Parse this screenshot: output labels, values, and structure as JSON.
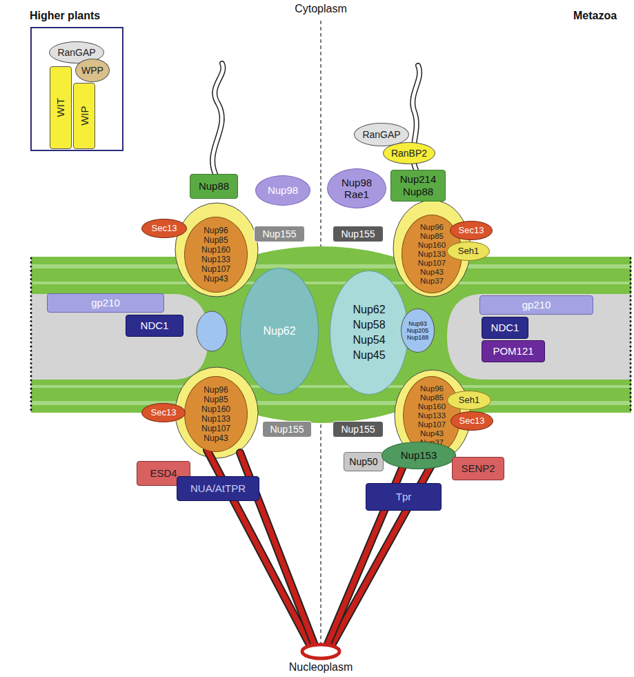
{
  "diagram": {
    "nodes": [
      {
        "text": [
          "RanGAP"
        ]
      },
      {
        "text": [
          "WPP"
        ]
      },
      {
        "text": [
          "WIT"
        ]
      },
      {
        "text": [
          "WIP"
        ]
      },
      {
        "text": [
          "RanGAP"
        ]
      },
      {
        "text": [
          "RanBP2"
        ]
      },
      {
        "text": [
          "Nup88"
        ]
      },
      {
        "text": [
          "Nup98"
        ]
      },
      {
        "text": [
          "Nup98 Rae1"
        ]
      },
      {
        "text": [
          "Nup214 Nup88"
        ]
      },
      {
        "text": [
          "Nup155"
        ]
      },
      {
        "text": [
          "Nup155"
        ]
      },
      {
        "text": [
          "Sec13"
        ]
      },
      {
        "text": [
          "Nup96 Nup85 Nup160 Nup133 Nup107 Nup43"
        ]
      },
      {
        "text": [
          "Nup96 Nup85 Nup160 Nup133 Nup107 Nup43 Nup37"
        ]
      },
      {
        "text": [
          "Sec13"
        ]
      },
      {
        "text": [
          "Seh1"
        ]
      },
      {
        "text": [
          "gp210"
        ]
      },
      {
        "text": [
          "NDC1"
        ]
      },
      {
        "text": [
          "Nup62"
        ]
      },
      {
        "text": [
          "Nup62 Nup58 Nup54 Nup45"
        ]
      },
      {
        "text": [
          "Nup93 Nup205 Nup188"
        ]
      },
      {
        "text": [
          "gp210"
        ]
      },
      {
        "text": [
          "NDC1"
        ]
      },
      {
        "text": [
          "POM121"
        ]
      },
      {
        "text": [
          "Nup96 Nup85 Nup160 Nup133 Nup107 Nup43"
        ]
      },
      {
        "text": [
          "Nup96 Nup85 Nup160 Nup133 Nup107 Nup43 Nup37"
        ]
      },
      {
        "text": [
          "Seh1"
        ]
      },
      {
        "text": [
          "Sec13"
        ]
      },
      {
        "text": [
          "Sec13"
        ]
      },
      {
        "text": [
          "Nup155"
        ]
      },
      {
        "text": [
          "Nup155"
        ]
      },
      {
        "text": [
          "Nup50"
        ]
      },
      {
        "text": [
          "Nup153"
        ]
      },
      {
        "text": [
          "SENP2"
        ]
      },
      {
        "text": [
          "ESD4"
        ]
      },
      {
        "text": [
          "NUA/AtTPR"
        ]
      },
      {
        "text": [
          "Tpr"
        ]
      }
    ],
    "labels": [
      "Higher plants",
      "Cytoplasm",
      "Metazoa",
      "Nucleoplasm"
    ]
  }
}
